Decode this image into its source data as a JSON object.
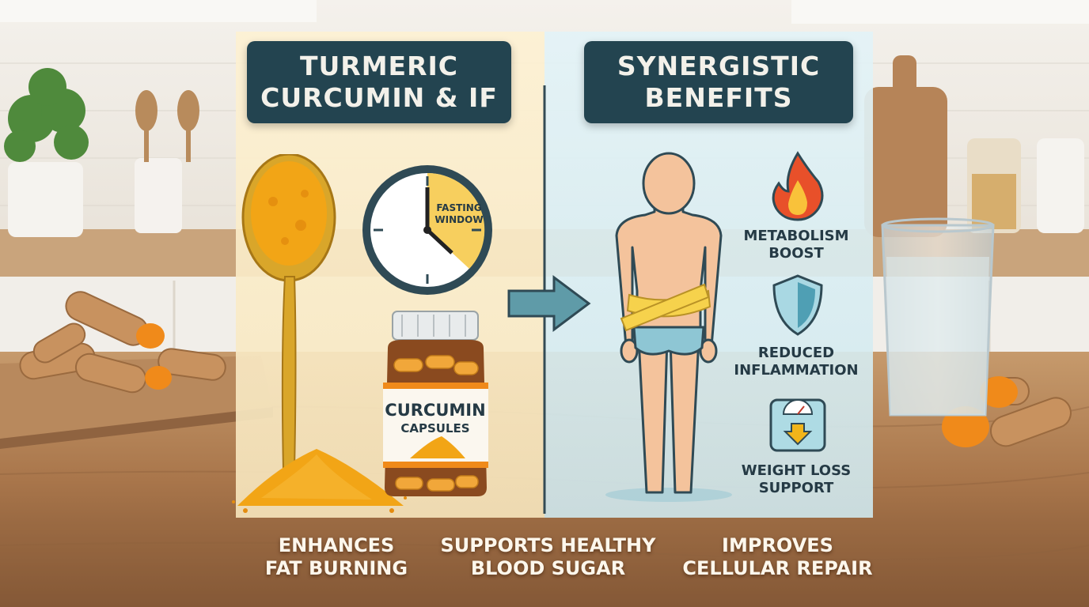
{
  "left_header": {
    "line1": "TURMERIC",
    "line2": "CURCUMIN & IF"
  },
  "right_header": {
    "line1": "SYNERGISTIC",
    "line2": "BENEFITS"
  },
  "clock": {
    "line1": "FASTING",
    "line2": "WINDOW"
  },
  "bottle": {
    "line1": "CURCUMIN",
    "line2": "CAPSULES"
  },
  "benefits": [
    {
      "line1": "METABOLISM",
      "line2": "BOOST",
      "icon": "flame-icon"
    },
    {
      "line1": "REDUCED",
      "line2": "INFLAMMATION",
      "icon": "shield-icon"
    },
    {
      "line1": "WEIGHT LOSS",
      "line2": "SUPPORT",
      "icon": "scale-icon"
    }
  ],
  "bottom": [
    {
      "line1": "ENHANCES",
      "line2": "FAT BURNING"
    },
    {
      "line1": "SUPPORTS HEALTHY",
      "line2": "BLOOD SUGAR"
    },
    {
      "line1": "IMPROVES",
      "line2": "CELLULAR REPAIR"
    }
  ],
  "colors": {
    "header_bg": "#234450",
    "turmeric": "#f2a516",
    "panel_left": "#fbeec9",
    "panel_right": "#d9eef3",
    "arrow": "#5f9ba8"
  }
}
